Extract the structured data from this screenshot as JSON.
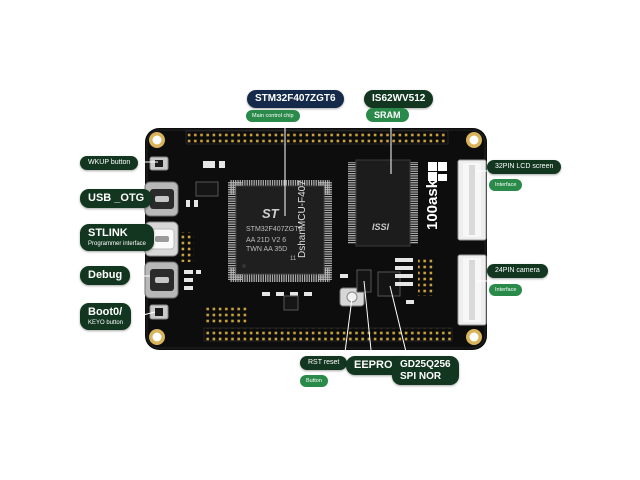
{
  "labels": {
    "mcu": "STM32F407ZGT6",
    "mcu_sub": "Main control chip",
    "sram_top": "IS62WV512",
    "sram": "SRAM",
    "wkup": "WKUP button",
    "usb_otg": "USB _OTG",
    "stlink": "STLINK",
    "stlink_sub": "Programmer interface",
    "debug": "Debug",
    "boot0": "Boot0/",
    "boot0_sub": "KEYO button",
    "lcd": "32PIN LCD screen",
    "lcd_sub": "Interface",
    "camera": "24PIN camera",
    "camera_sub": "Interface",
    "rst": "RST reset",
    "rst_sub": "Button",
    "eeprom": "EEPROM",
    "flash_a": "GD25Q256",
    "flash_b": "SPI NOR"
  },
  "board": {
    "mcu_brand": "ST",
    "mcu_line1": "STM32F407ZGT6",
    "mcu_line2": "AA 21D V2 6",
    "mcu_line3": "TWN AA 35D",
    "mcu_line4": "11",
    "model_text": "DshanMCU-F407",
    "sram_mark": "ISSI",
    "side_text": "100ask"
  },
  "colors": {
    "pcb": "#0d0d0d",
    "label_bg": "#12361f",
    "label_navy": "#152a4a",
    "pill_bg": "#2a8a4a",
    "gold": "#c9a23f"
  }
}
